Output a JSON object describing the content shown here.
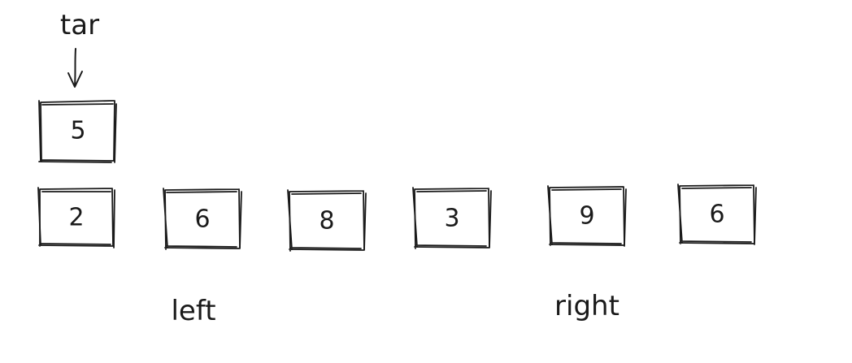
{
  "target": {
    "label": "tar",
    "value": "5"
  },
  "array": {
    "cells": [
      "2",
      "6",
      "8",
      "3",
      "9",
      "6"
    ]
  },
  "pointers": {
    "left": "left",
    "right": "right"
  }
}
